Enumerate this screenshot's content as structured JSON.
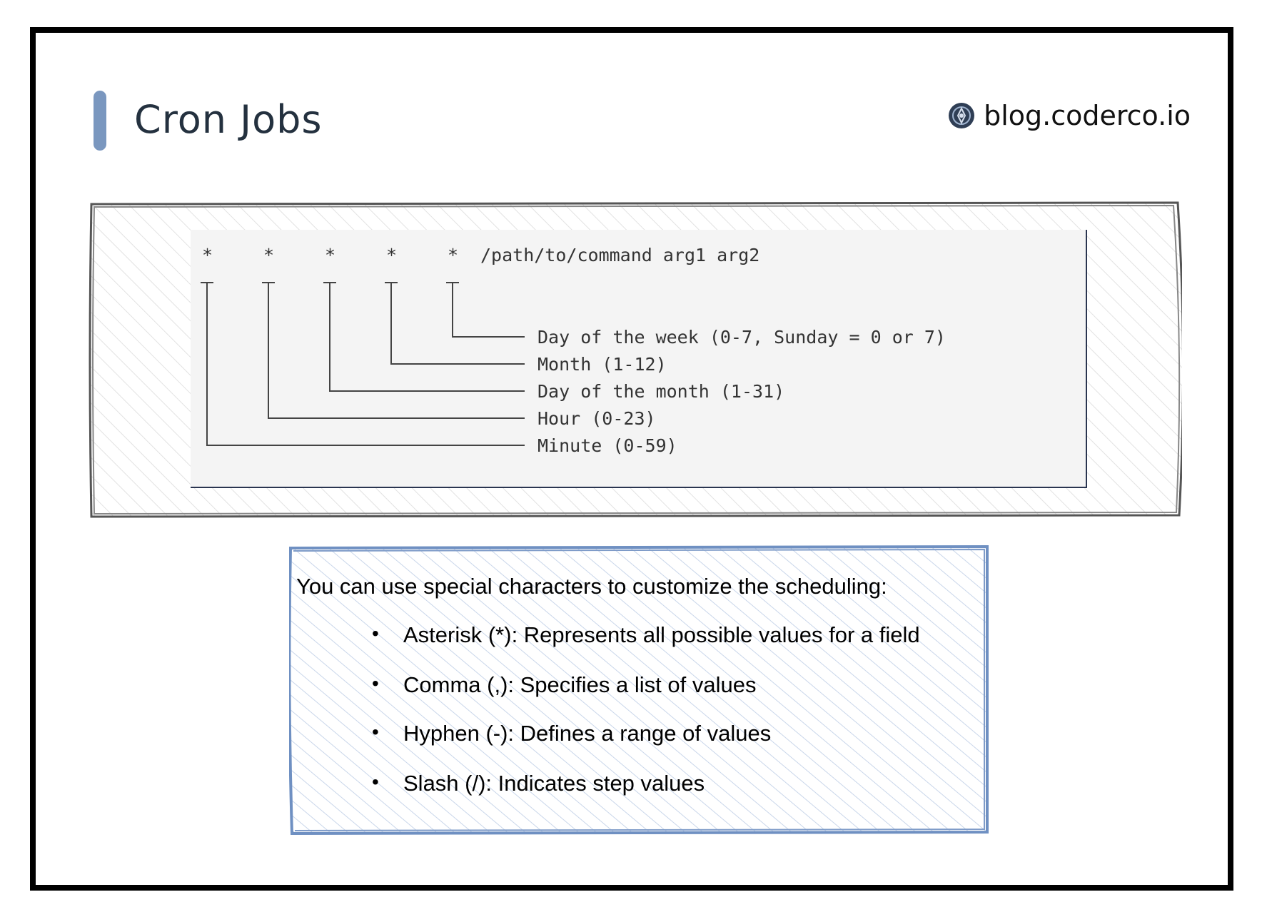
{
  "header": {
    "title": "Cron Jobs",
    "brand_text": "blog.coderco.io",
    "accent_color": "#7a97bf"
  },
  "diagram": {
    "stars": [
      "*",
      "*",
      "*",
      "*",
      "*"
    ],
    "command": "/path/to/command arg1 arg2",
    "fields": [
      "Day of the week (0-7, Sunday = 0 or 7)",
      "Month (1-12)",
      "Day of the month (1-31)",
      "Hour (0-23)",
      "Minute (0-59)"
    ]
  },
  "info": {
    "intro": "You can use special characters to customize the scheduling:",
    "bullets": [
      "Asterisk (*): Represents all possible values for a field",
      "Comma (,): Specifies a list of values",
      "Hyphen (-): Defines a range of values",
      "Slash (/): Indicates step values"
    ],
    "border_color": "#6f90c2"
  }
}
